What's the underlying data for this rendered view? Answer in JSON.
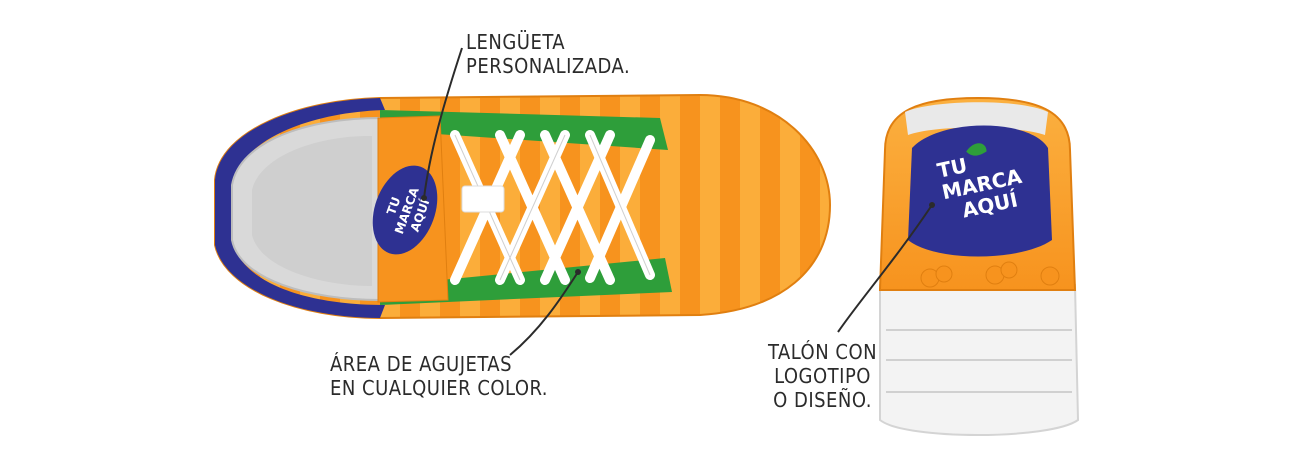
{
  "annotations": {
    "tongue": {
      "line1": "LENGÜETA",
      "line2": "PERSONALIZADA."
    },
    "lace_area": {
      "line1": "ÁREA DE AGUJETAS",
      "line2": "EN CUALQUIER COLOR."
    },
    "heel": {
      "line1": "TALÓN CON",
      "line2": "LOGOTIPO",
      "line3": "O DISEÑO."
    }
  },
  "logo": {
    "line1": "TU",
    "line2": "MARCA",
    "line3": "AQUÍ"
  },
  "colors": {
    "orange": "#f7931e",
    "orange_light": "#fbb040",
    "green": "#2e9e3a",
    "blue": "#2e3192",
    "white": "#ffffff",
    "text": "#2b2b2b"
  },
  "icons": [
    "orange-leaf-icon"
  ]
}
